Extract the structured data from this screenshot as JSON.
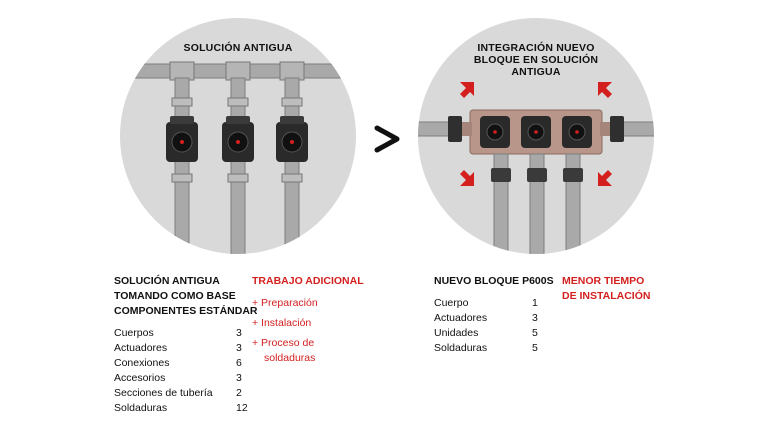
{
  "left_panel": {
    "title": "SOLUCIÓN ANTIGUA",
    "heading_lines": [
      "SOLUCIÓN ANTIGUA",
      "TOMANDO COMO BASE",
      "COMPONENTES ESTÁNDAR"
    ],
    "components": [
      {
        "label": "Cuerpos",
        "value": "3"
      },
      {
        "label": "Actuadores",
        "value": "3"
      },
      {
        "label": "Conexiones",
        "value": "6"
      },
      {
        "label": "Accesorios",
        "value": "3"
      },
      {
        "label": "Secciones de tubería",
        "value": "2"
      },
      {
        "label": "Soldaduras",
        "value": "12"
      }
    ],
    "extra_heading": "TRABAJO ADICIONAL",
    "extra_items": [
      "+ Preparación",
      "+ Instalación",
      "+ Proceso de",
      "soldaduras"
    ]
  },
  "right_panel": {
    "title_lines": [
      "INTEGRACIÓN NUEVO",
      "BLOQUE EN SOLUCIÓN",
      "ANTIGUA"
    ],
    "heading": "NUEVO BLOQUE P600S",
    "components": [
      {
        "label": "Cuerpo",
        "value": "1"
      },
      {
        "label": "Actuadores",
        "value": "3"
      },
      {
        "label": "Unidades",
        "value": "5"
      },
      {
        "label": "Soldaduras",
        "value": "5"
      }
    ],
    "benefit_lines": [
      "MENOR TIEMPO",
      "DE INSTALACIÓN"
    ]
  },
  "colors": {
    "accent_red": "#d41f1f",
    "circle_bg": "#d9d9d9",
    "pipe": "#a9a9a9",
    "block": "#b9968a"
  }
}
